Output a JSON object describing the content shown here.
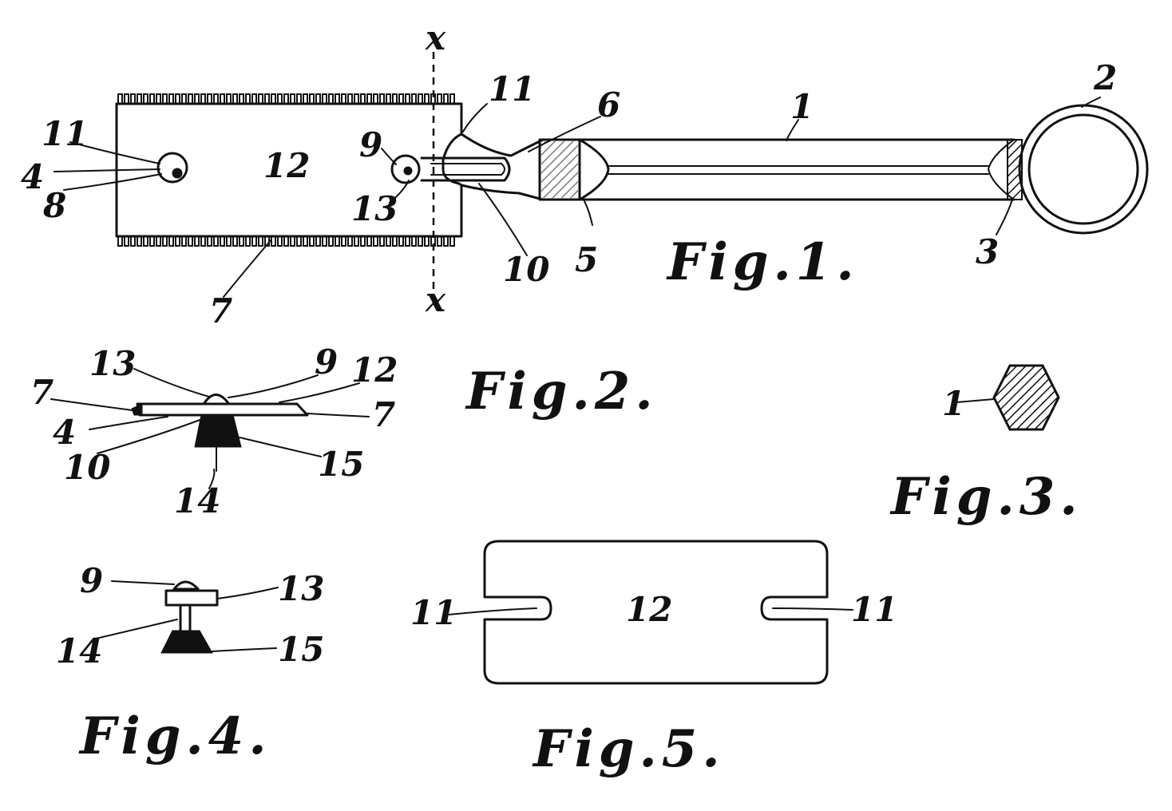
{
  "fig1": {
    "caption": "Fig.1.",
    "labels": {
      "x_top": "x",
      "x_bottom": "x",
      "l11_left": "11",
      "l4": "4",
      "l8": "8",
      "l12": "12",
      "l9": "9",
      "l13": "13",
      "l11_mid": "11",
      "l6": "6",
      "l1": "1",
      "l2": "2",
      "l3": "3",
      "l10": "10",
      "l5": "5",
      "l7": "7"
    }
  },
  "fig2": {
    "caption": "Fig.2.",
    "labels": {
      "l13": "13",
      "l9": "9",
      "l12": "12",
      "l7_left": "7",
      "l7_right": "7",
      "l4": "4",
      "l10": "10",
      "l15": "15",
      "l14": "14"
    }
  },
  "fig3": {
    "caption": "Fig.3.",
    "labels": {
      "l1": "1"
    }
  },
  "fig4": {
    "caption": "Fig.4.",
    "labels": {
      "l9": "9",
      "l13": "13",
      "l14": "14",
      "l15": "15"
    }
  },
  "fig5": {
    "caption": "Fig.5.",
    "labels": {
      "l11_left": "11",
      "l12": "12",
      "l11_right": "11"
    }
  }
}
